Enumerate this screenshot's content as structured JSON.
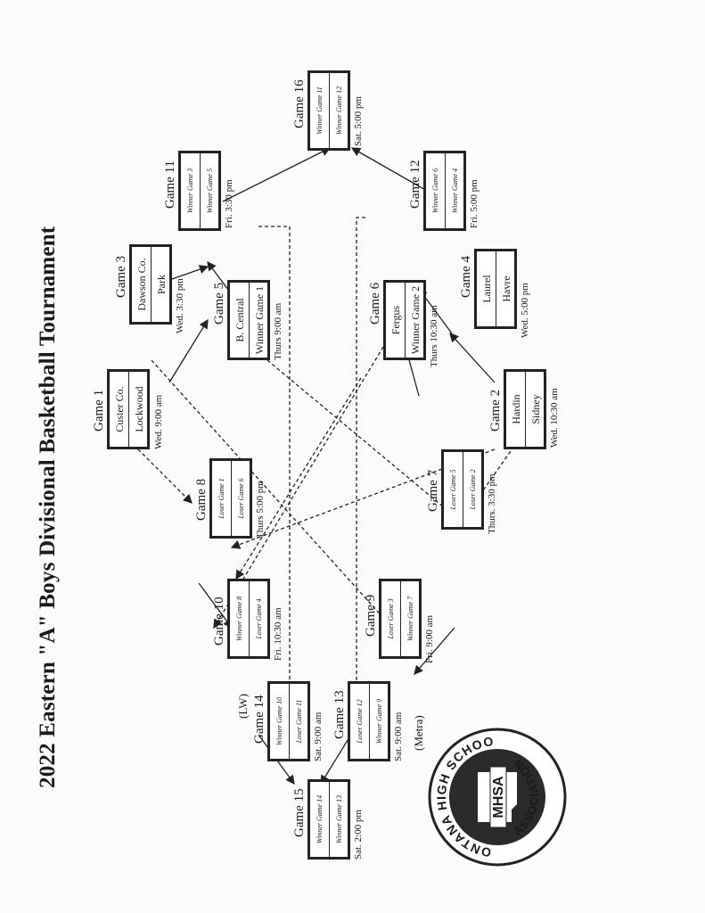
{
  "title": "2022  Eastern \"A\" Boys Divisional Basketball Tournament",
  "games": [
    {
      "label": "Game 1",
      "rows": [
        "Custer Co.",
        "Lockwood"
      ],
      "small": false,
      "time": "Wed. 9:00 am"
    },
    {
      "label": "Game 2",
      "rows": [
        "Hardin",
        "Sidney"
      ],
      "small": false,
      "time": "Wed. 10:30 am"
    },
    {
      "label": "Game 3",
      "rows": [
        "Dawson Co.",
        "Park"
      ],
      "small": false,
      "time": "Wed. 3:30 pm"
    },
    {
      "label": "Game 4",
      "rows": [
        "Laurel",
        "Havre"
      ],
      "small": false,
      "time": "Wed. 5:00 pm"
    },
    {
      "label": "Game 5",
      "rows": [
        "B. Central",
        "Winner Game 1"
      ],
      "small": false,
      "time": "Thurs 9:00 am"
    },
    {
      "label": "Game 6",
      "rows": [
        "Fergus",
        "Winner Game 2"
      ],
      "small": false,
      "time": "Thurs 10:30 am"
    },
    {
      "label": "Game 7",
      "rows": [
        "Loser Game 5",
        "Loser Game 2"
      ],
      "small": true,
      "time": "Thurs. 3:30 pm"
    },
    {
      "label": "Game 8",
      "rows": [
        "Loser Game 1",
        "Loser Game 6"
      ],
      "small": true,
      "time": "Thurs 5:00 pm"
    },
    {
      "label": "Game 9",
      "rows": [
        "Loser Game 3",
        "Winner Game 7"
      ],
      "small": true,
      "time": "Fri. 9:00 am"
    },
    {
      "label": "Game 10",
      "rows": [
        "Winner Game 8",
        "Loser Game 4"
      ],
      "small": true,
      "time": "Fri. 10:30 am"
    },
    {
      "label": "Game 11",
      "rows": [
        "Winner Game 3",
        "Winner Game 5"
      ],
      "small": true,
      "time": "Fri. 3:30 pm"
    },
    {
      "label": "Game 12",
      "rows": [
        "Winner Game 6",
        "Winner Game 4"
      ],
      "small": true,
      "time": "Fri. 5:00 pm"
    },
    {
      "label": "Game 13",
      "rows": [
        "Loser Game 12",
        "Winner Game 9"
      ],
      "small": true,
      "time": "Sat. 9:00 am",
      "site": "(Metra)"
    },
    {
      "label": "Game 14",
      "rows": [
        "Winner Game 10",
        "Loser Game 11"
      ],
      "small": true,
      "time": "Sat. 9:00 am",
      "site": "(LW)"
    },
    {
      "label": "Game 15",
      "rows": [
        "Winner Game 14",
        "Winner Game 13"
      ],
      "small": true,
      "time": "Sat. 2:00 pm"
    },
    {
      "label": "Game 16",
      "rows": [
        "Winner Game 11",
        "Winner Game 12"
      ],
      "small": true,
      "time": "Sat. 5:00 pm"
    }
  ],
  "logo": {
    "icon": "mhsa-seal-icon",
    "arc_top": "MONTANA HIGH SCHOOL",
    "arc_bottom": "ASSOCIATION",
    "initials": "MHSA"
  },
  "colors": {
    "ink": "#1a1a1a",
    "paper": "#fbfbfa",
    "logo_fill": "#2a2a2a"
  }
}
